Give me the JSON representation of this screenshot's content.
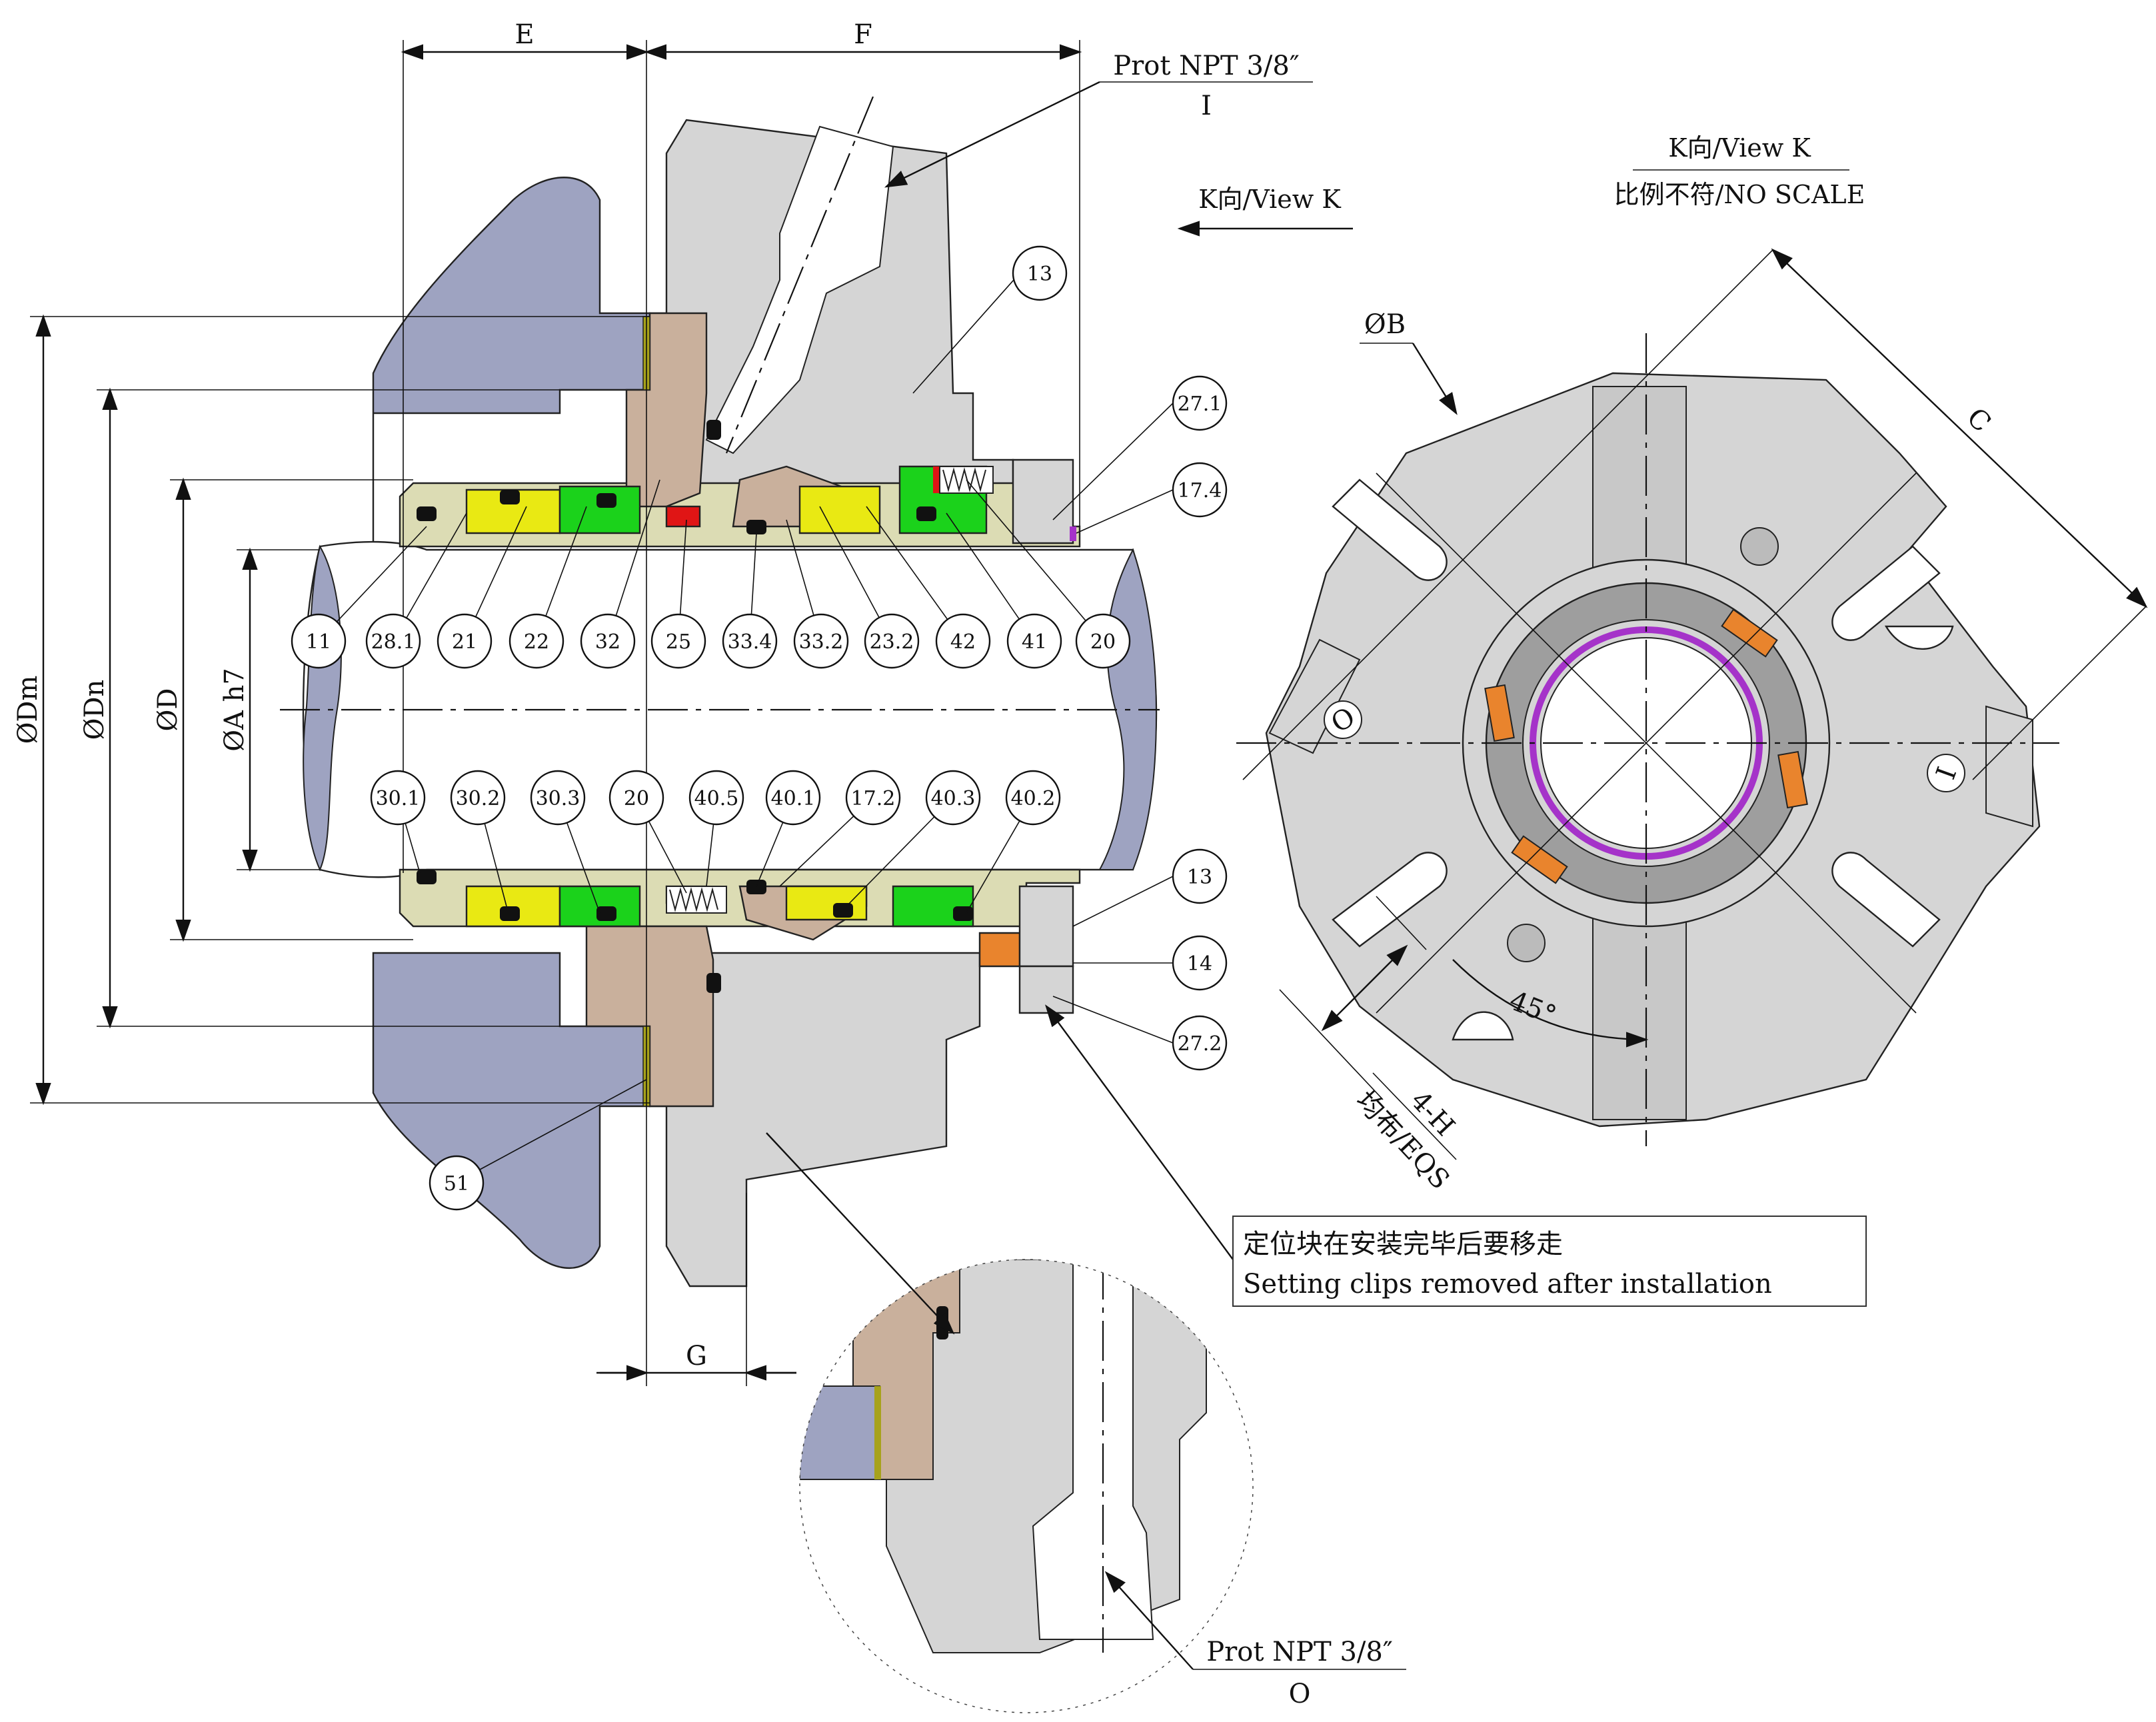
{
  "dimensions": {
    "E": "E",
    "F": "F",
    "G": "G",
    "Dm": "ØDm",
    "Dn": "ØDn",
    "D": "ØD",
    "A": "ØA h7",
    "B": "ØB",
    "C": "C",
    "H": "4-H",
    "H_note": "均布/EQS",
    "angle": "45°"
  },
  "ports": {
    "top": {
      "label": "Prot NPT 3/8″",
      "code": "I"
    },
    "bottom": {
      "label": "Prot NPT 3/8″",
      "code": "O"
    },
    "side_mark_left": "O",
    "side_mark_right": "I"
  },
  "view": {
    "arrow_label": "K向/View K",
    "title": "K向/View K",
    "scale_note": "比例不符/NO SCALE"
  },
  "note": {
    "zh": "定位块在安装完毕后要移走",
    "en": "Setting clips removed after installation"
  },
  "callouts_upper": [
    "11",
    "28.1",
    "21",
    "22",
    "32",
    "25",
    "33.4",
    "33.2",
    "23.2",
    "42",
    "41",
    "20"
  ],
  "callouts_lower": [
    "30.1",
    "30.2",
    "30.3",
    "20",
    "40.5",
    "40.1",
    "17.2",
    "40.3",
    "40.2"
  ],
  "callouts_right": [
    "13",
    "27.1",
    "17.4",
    "13",
    "14",
    "27.2",
    "51"
  ],
  "colors": {
    "housing": "#d5d5d5",
    "gland": "#9ea3c1",
    "sleeve": "#dcdcb4",
    "tan": "#c9b09c",
    "yellow": "#e9e913",
    "green": "#1bd21b",
    "red": "#e01515",
    "orange": "#e9842d",
    "purple": "#a533c9"
  }
}
